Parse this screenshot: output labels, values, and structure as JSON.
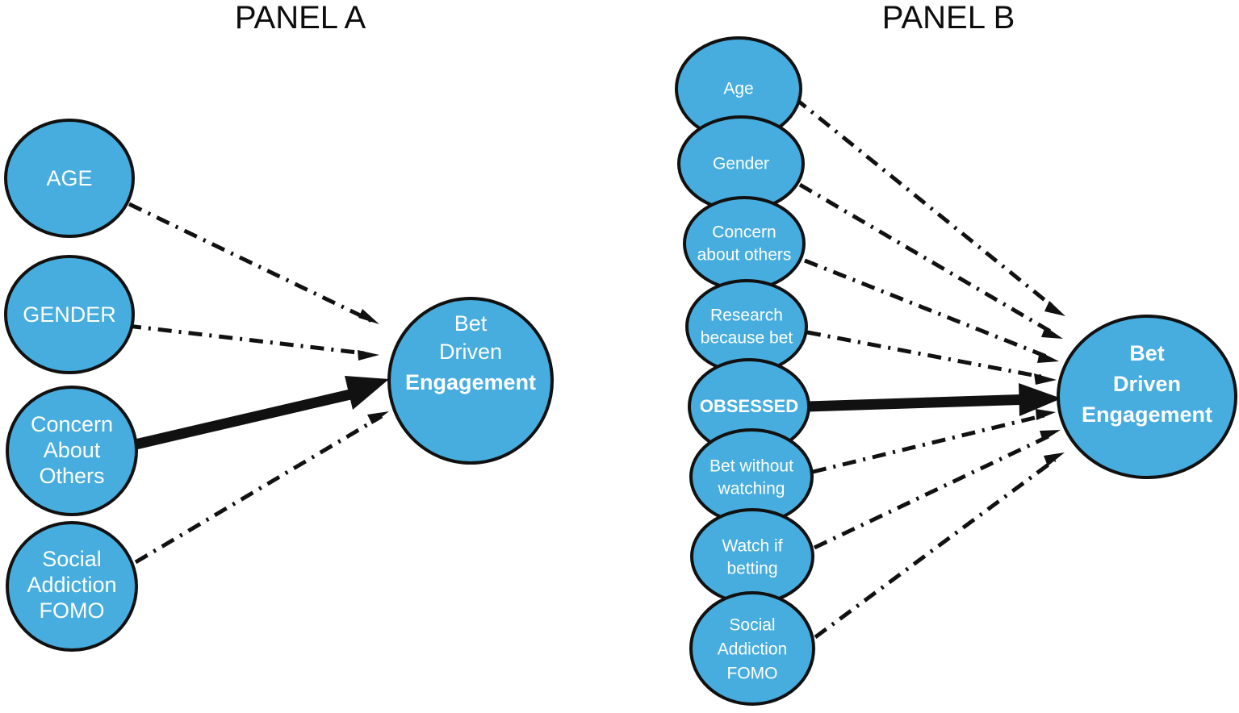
{
  "figure": {
    "background_color": "#ffffff",
    "node_fill_color": "#46adde",
    "node_stroke_color": "#111111",
    "node_text_color": "#ffffff",
    "edge_color": "#111111"
  },
  "panel_a": {
    "title": "PANEL A",
    "predictors": [
      {
        "id": "age",
        "label": "AGE",
        "lines": [
          "AGE"
        ],
        "edge_style": "dash-dot",
        "emphasis": "normal"
      },
      {
        "id": "gender",
        "label": "GENDER",
        "lines": [
          "GENDER"
        ],
        "edge_style": "dash-dot",
        "emphasis": "normal"
      },
      {
        "id": "concern-about-others",
        "label": "Concern About Others",
        "lines": [
          "Concern",
          "About",
          "Others"
        ],
        "edge_style": "solid-bold",
        "emphasis": "normal"
      },
      {
        "id": "social-addiction-fomo",
        "label": "Social Addiction FOMO",
        "lines": [
          "Social",
          "Addiction",
          "FOMO"
        ],
        "edge_style": "dash-dot",
        "emphasis": "normal"
      }
    ],
    "outcome": {
      "id": "bet-driven-engagement",
      "label": "Bet Driven Engagement",
      "lines": [
        "Bet",
        "Driven",
        "Engagement"
      ],
      "bold_lines": [
        "Engagement"
      ]
    }
  },
  "panel_b": {
    "title": "PANEL B",
    "predictors": [
      {
        "id": "age",
        "label": "Age",
        "lines": [
          "Age"
        ],
        "edge_style": "dash-dot",
        "emphasis": "normal"
      },
      {
        "id": "gender",
        "label": "Gender",
        "lines": [
          "Gender"
        ],
        "edge_style": "dash-dot",
        "emphasis": "normal"
      },
      {
        "id": "concern-about-others",
        "label": "Concern about others",
        "lines": [
          "Concern",
          "about others"
        ],
        "edge_style": "dash-dot",
        "emphasis": "normal"
      },
      {
        "id": "research-because-bet",
        "label": "Research because bet",
        "lines": [
          "Research",
          "because bet"
        ],
        "edge_style": "dash-dot",
        "emphasis": "normal"
      },
      {
        "id": "obsessed",
        "label": "OBSESSED",
        "lines": [
          "OBSESSED"
        ],
        "edge_style": "solid-bold",
        "emphasis": "bold"
      },
      {
        "id": "bet-without-watching",
        "label": "Bet without watching",
        "lines": [
          "Bet without",
          "watching"
        ],
        "edge_style": "dash-dot",
        "emphasis": "normal"
      },
      {
        "id": "watch-if-betting",
        "label": "Watch if betting",
        "lines": [
          "Watch if",
          "betting"
        ],
        "edge_style": "dash-dot",
        "emphasis": "normal"
      },
      {
        "id": "social-addiction-fomo",
        "label": "Social Addiction FOMO",
        "lines": [
          "Social",
          "Addiction",
          "FOMO"
        ],
        "edge_style": "dash-dot",
        "emphasis": "normal"
      }
    ],
    "outcome": {
      "id": "bet-driven-engagement",
      "label": "Bet Driven Engagement",
      "lines": [
        "Bet",
        "Driven",
        "Engagement"
      ],
      "bold_lines": [
        "Bet",
        "Driven",
        "Engagement"
      ]
    }
  }
}
